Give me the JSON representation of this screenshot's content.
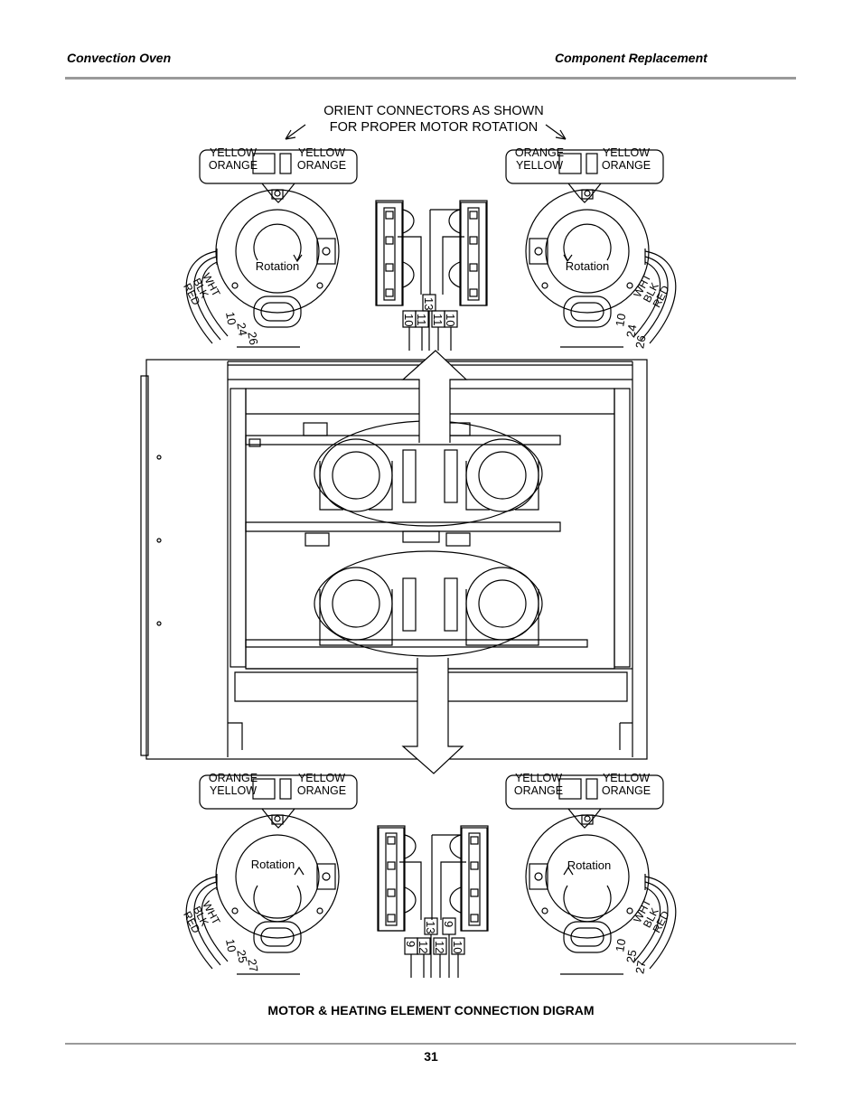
{
  "header": {
    "left": "Convection Oven",
    "right": "Component Replacement"
  },
  "notice": {
    "line1": "ORIENT CONNECTORS AS SHOWN",
    "line2": "FOR PROPER MOTOR ROTATION"
  },
  "motors": {
    "top_left": {
      "conn": [
        "YELLOW",
        "ORANGE",
        "YELLOW",
        "ORANGE"
      ],
      "rotation": "Rotation",
      "wires": [
        "WHT",
        "BLK",
        "RED"
      ],
      "nums": [
        "10",
        "24",
        "26"
      ]
    },
    "top_right": {
      "conn": [
        "ORANGE",
        "YELLOW",
        "YELLOW",
        "ORANGE"
      ],
      "rotation": "Rotation",
      "wires": [
        "WHT",
        "BLK",
        "RED"
      ],
      "nums": [
        "10",
        "24",
        "26"
      ]
    },
    "bottom_left": {
      "conn": [
        "ORANGE",
        "YELLOW",
        "YELLOW",
        "ORANGE"
      ],
      "rotation": "Rotation",
      "wires": [
        "WHT",
        "BLK",
        "RED"
      ],
      "nums": [
        "10",
        "25",
        "27"
      ]
    },
    "bottom_right": {
      "conn": [
        "YELLOW",
        "ORANGE",
        "YELLOW",
        "ORANGE"
      ],
      "rotation": "Rotation",
      "wires": [
        "WHT",
        "BLK",
        "RED"
      ],
      "nums": [
        "10",
        "25",
        "27"
      ]
    }
  },
  "element_terminals": {
    "top": {
      "labels": [
        "10",
        "11",
        "13",
        "11",
        "10"
      ]
    },
    "bottom": {
      "labels": [
        "9",
        "12",
        "13",
        "12",
        "9",
        "10"
      ]
    }
  },
  "caption": "MOTOR & HEATING ELEMENT CONNECTION DIGRAM",
  "page_number": "31"
}
